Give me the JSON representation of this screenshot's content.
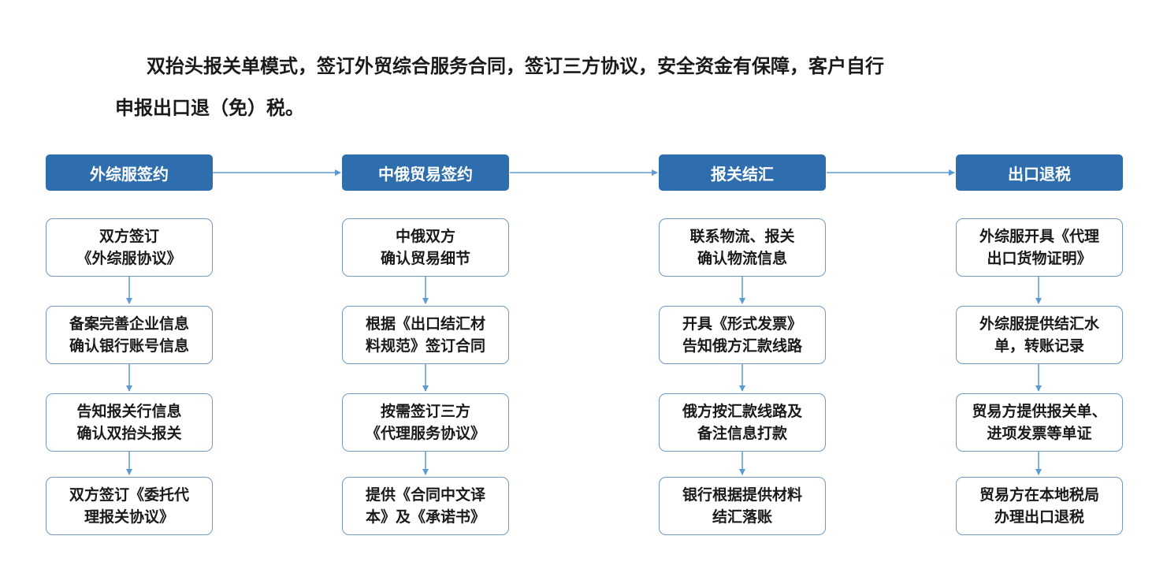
{
  "intro": {
    "line1": "双抬头报关单模式，签订外贸综合服务合同，签订三方协议，安全资金有保障，客户自行",
    "line2": "申报出口退（免）税。"
  },
  "colors": {
    "header_fill": "#2e6eaf",
    "header_text": "#ffffff",
    "box_border": "#6f9ac4",
    "arrow": "#5b9bd5"
  },
  "columns": [
    {
      "header": "外综服签约",
      "steps": [
        {
          "line1": "双方签订",
          "line2": "《外综服协议》"
        },
        {
          "line1": "备案完善企业信息",
          "line2": "确认银行账号信息"
        },
        {
          "line1": "告知报关行信息",
          "line2": "确认双抬头报关"
        },
        {
          "line1": "双方签订《委托代",
          "line2": "理报关协议》"
        }
      ]
    },
    {
      "header": "中俄贸易签约",
      "steps": [
        {
          "line1": "中俄双方",
          "line2": "确认贸易细节"
        },
        {
          "line1": "根据《出口结汇材",
          "line2": "料规范》签订合同"
        },
        {
          "line1": "按需签订三方",
          "line2": "《代理服务协议》"
        },
        {
          "line1": "提供《合同中文译",
          "line2": "本》及《承诺书》"
        }
      ]
    },
    {
      "header": "报关结汇",
      "steps": [
        {
          "line1": "联系物流、报关",
          "line2": "确认物流信息"
        },
        {
          "line1": "开具《形式发票》",
          "line2": "告知俄方汇款线路"
        },
        {
          "line1": "俄方按汇款线路及",
          "line2": "备注信息打款"
        },
        {
          "line1": "银行根据提供材料",
          "line2": "结汇落账"
        }
      ]
    },
    {
      "header": "出口退税",
      "steps": [
        {
          "line1": "外综服开具《代理",
          "line2": "出口货物证明》"
        },
        {
          "line1": "外综服提供结汇水",
          "line2": "单，转账记录"
        },
        {
          "line1": "贸易方提供报关单、",
          "line2": "进项发票等单证"
        },
        {
          "line1": "贸易方在本地税局",
          "line2": "办理出口退税"
        }
      ]
    }
  ]
}
